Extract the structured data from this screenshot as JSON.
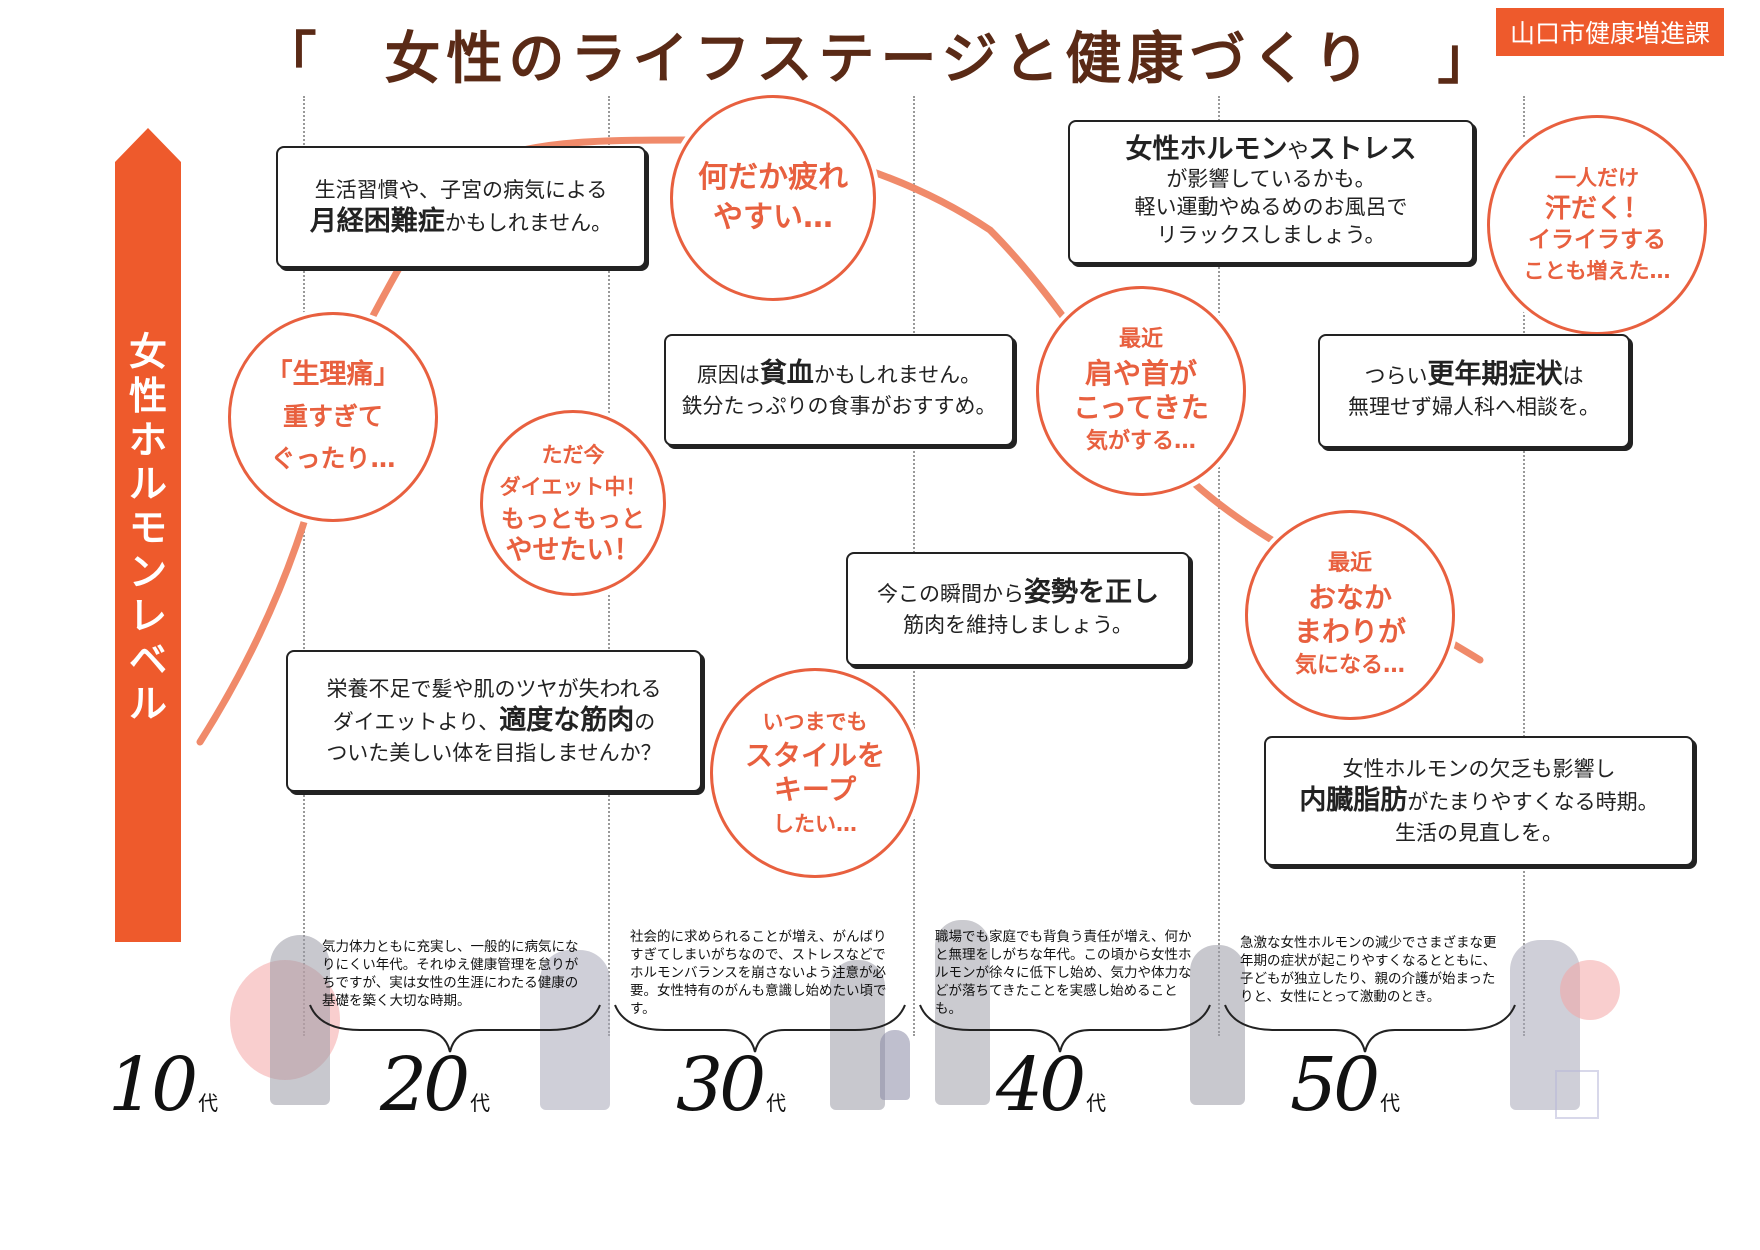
{
  "header": {
    "title": "「　女性のライフステージと健康づくり　」",
    "department": "山口市健康増進課"
  },
  "axis": {
    "label": "女性ホルモンレベル"
  },
  "colors": {
    "accent": "#e8603f",
    "title": "#5a2a16",
    "badge": "#ee5a2c"
  },
  "circles": [
    {
      "id": "period-pain",
      "lines": [
        "「生理痛」",
        "重すぎて",
        "ぐったり…"
      ]
    },
    {
      "id": "diet",
      "lines": [
        "ただ今",
        "ダイエット中！",
        "もっともっと",
        "やせたい！"
      ]
    },
    {
      "id": "tired",
      "lines": [
        "何だか疲れ",
        "やすい…"
      ]
    },
    {
      "id": "style",
      "lines": [
        "いつまでも",
        "スタイルを",
        "キープ",
        "したい…"
      ]
    },
    {
      "id": "shoulder",
      "lines": [
        "最近",
        "肩や首が",
        "こってきた",
        "気がする…"
      ]
    },
    {
      "id": "belly",
      "lines": [
        "最近",
        "おなか",
        "まわりが",
        "気になる…"
      ]
    },
    {
      "id": "sweat",
      "lines": [
        "一人だけ",
        "汗だく！",
        "イライラする",
        "ことも増えた…"
      ]
    }
  ],
  "bubbles": [
    {
      "id": "menstrual",
      "pre": "生活習慣や、子宮の病気による",
      "bold": "月経困難症",
      "post": "かもしれません。"
    },
    {
      "id": "anemia",
      "pre": "原因は",
      "bold": "貧血",
      "post": "かもしれません。",
      "line2": "鉄分たっぷりの食事がおすすめ。"
    },
    {
      "id": "hormone-stress",
      "bold": "女性ホルモン",
      "mid": "や",
      "bold2": "ストレス",
      "line2": "が影響しているかも。",
      "line3": "軽い運動やぬるめのお風呂で",
      "line4": "リラックスしましょう。"
    },
    {
      "id": "menopause",
      "pre": "つらい",
      "bold": "更年期症状",
      "post": "は",
      "line2": "無理せず婦人科へ相談を。"
    },
    {
      "id": "posture",
      "pre": "今この瞬間から",
      "bold": "姿勢を正し",
      "line2": "筋肉を維持しましょう。"
    },
    {
      "id": "muscle",
      "line1": "栄養不足で髪や肌のツヤが失われる",
      "pre": "ダイエットより、",
      "bold": "適度な筋肉",
      "post": "の",
      "line3": "ついた美しい体を目指しませんか？"
    },
    {
      "id": "visceral-fat",
      "line1": "女性ホルモンの欠乏も影響し",
      "bold": "内臓脂肪",
      "post": "がたまりやすくなる時期。",
      "line3": "生活の見直しを。"
    }
  ],
  "stages": [
    {
      "decade": "10",
      "suffix": "代"
    },
    {
      "decade": "20",
      "suffix": "代",
      "description": "気力体力ともに充実し、一般的に病気になりにくい年代。それゆえ健康管理を怠りがちですが、実は女性の生涯にわたる健康の基礎を築く大切な時期。"
    },
    {
      "decade": "30",
      "suffix": "代",
      "description": "社会的に求められることが増え、がんばりすぎてしまいがちなので、ストレスなどでホルモンバランスを崩さないよう注意が必要。女性特有のがんも意識し始めたい頃です。"
    },
    {
      "decade": "40",
      "suffix": "代",
      "description": "職場でも家庭でも背負う責任が増え、何かと無理をしがちな年代。この頃から女性ホルモンが徐々に低下し始め、気力や体力などが落ちてきたことを実感し始めることも。"
    },
    {
      "decade": "50",
      "suffix": "代",
      "description": "急激な女性ホルモンの減少でさまざまな更年期の症状が起こりやすくなるとともに、子どもが独立したり、親の介護が始まったりと、女性にとって激動のとき。"
    }
  ]
}
